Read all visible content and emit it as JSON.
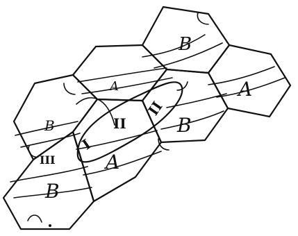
{
  "labels": {
    "b_top": "B",
    "a_upper": "A",
    "a_right": "A",
    "b_left": "B",
    "b_center": "B",
    "a_center": "A",
    "b_bottom": "B",
    "roman_ii_left": "II",
    "roman_ii_right": "II",
    "roman_i": "I",
    "roman_iii": "III"
  }
}
